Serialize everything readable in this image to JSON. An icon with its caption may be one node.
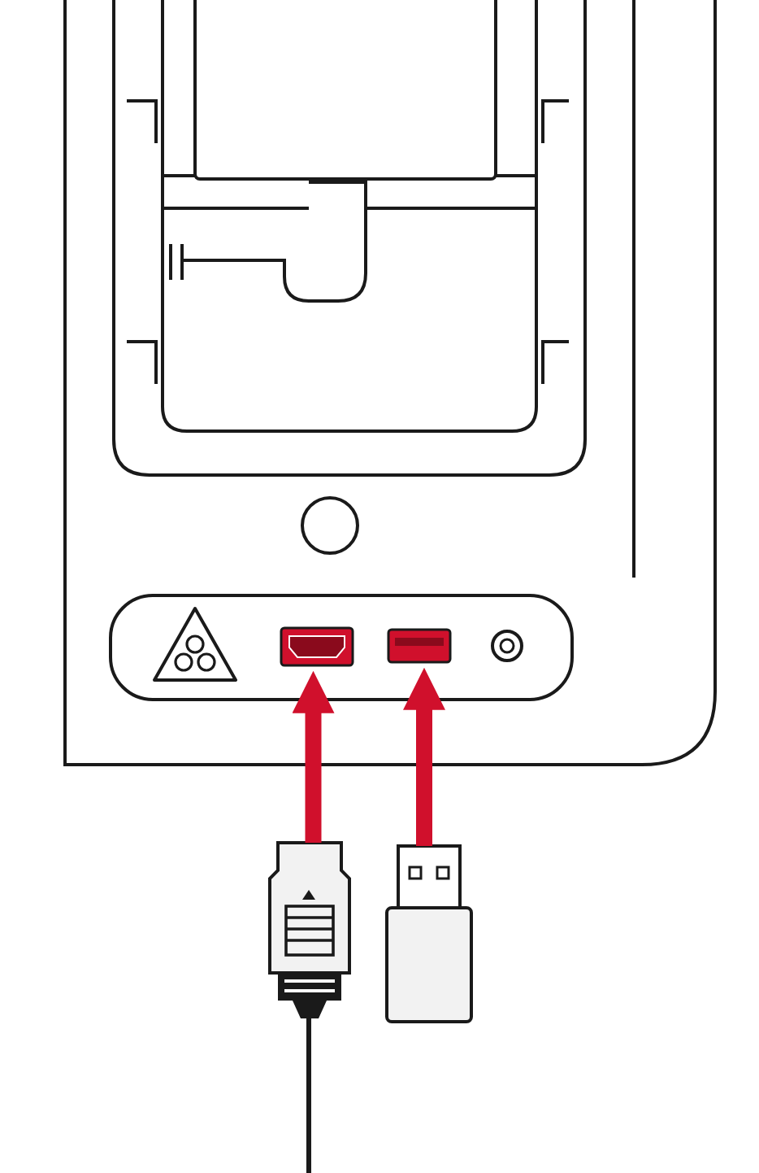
{
  "diagram": {
    "nodes": [
      {
        "text": [],
        "shape": "box"
      },
      {
        "text": [],
        "shape": "box"
      },
      {
        "text": [],
        "shape": "box"
      },
      {
        "text": [],
        "shape": "box"
      }
    ],
    "edges": [
      {
        "from": 2,
        "to": 0,
        "arrow": "to"
      },
      {
        "from": 3,
        "to": 1,
        "arrow": "to"
      }
    ]
  }
}
